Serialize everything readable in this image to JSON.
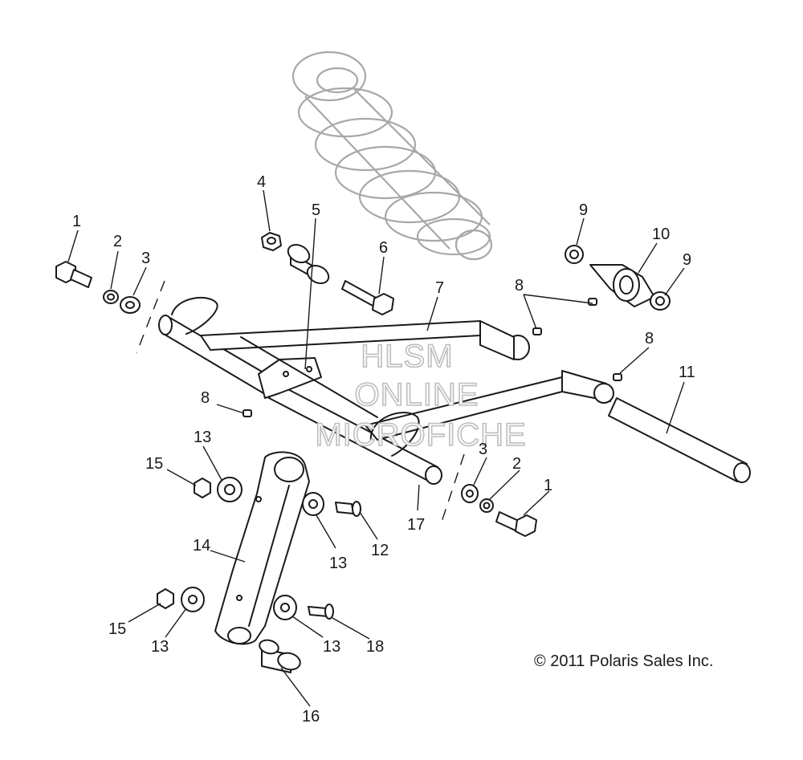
{
  "watermark": {
    "line1": "HLSM",
    "line2": "ONLINE",
    "line3": "MICROFICHE"
  },
  "copyright": "© 2011 Polaris Sales Inc.",
  "callouts": {
    "c1_left": "1",
    "c2_left": "2",
    "c3_left": "3",
    "c4": "4",
    "c5": "5",
    "c6": "6",
    "c7": "7",
    "c8_top": "8",
    "c8_right": "8",
    "c8_left": "8",
    "c9_top": "9",
    "c9_right": "9",
    "c10": "10",
    "c11": "11",
    "c12": "12",
    "c13_upper_left": "13",
    "c13_upper_right": "13",
    "c13_lower_left": "13",
    "c13_lower_right": "13",
    "c14": "14",
    "c15_upper": "15",
    "c15_lower": "15",
    "c16": "16",
    "c17": "17",
    "c18": "18",
    "c3_right": "3",
    "c2_right": "2",
    "c1_right": "1"
  }
}
